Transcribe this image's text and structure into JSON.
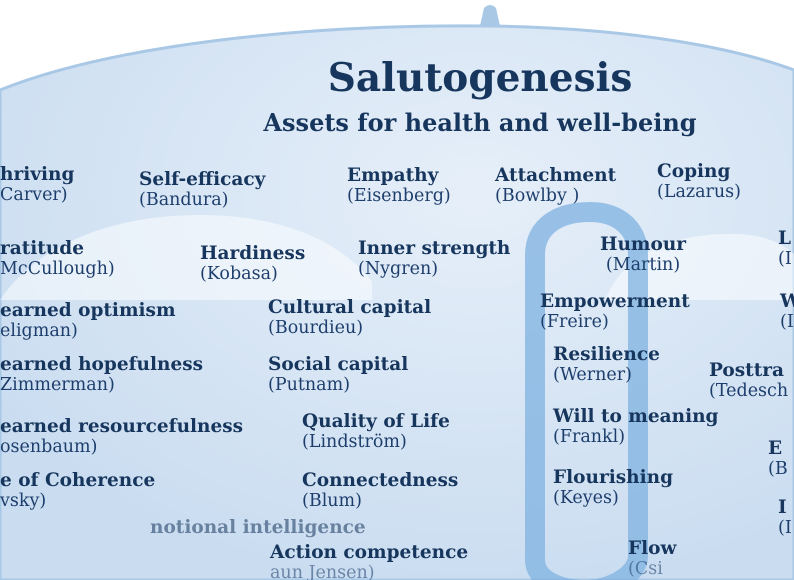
{
  "title": "Salutogenesis",
  "subtitle": "Assets for health and well-being",
  "colors": {
    "canopy": "#d4e4f4",
    "canopy_edge": "#a9c8e6",
    "shaft": "#7fb2e0",
    "text": "#17365d"
  },
  "concepts": [
    {
      "name": "hriving",
      "author": "Carver)"
    },
    {
      "name": "Self-efficacy",
      "author": "(Bandura)"
    },
    {
      "name": "Empathy",
      "author": "(Eisenberg)"
    },
    {
      "name": "Attachment",
      "author": "(Bowlby )"
    },
    {
      "name": "Coping",
      "author": "(Lazarus)"
    },
    {
      "name": "ratitude",
      "author": "McCullough)"
    },
    {
      "name": "Hardiness",
      "author": "(Kobasa)"
    },
    {
      "name": "Inner strength",
      "author": "(Nygren)"
    },
    {
      "name": "Humour",
      "author": "(Martin)"
    },
    {
      "name": "L",
      "author": "(I"
    },
    {
      "name": "earned optimism",
      "author": "eligman)"
    },
    {
      "name": "Cultural capital",
      "author": "(Bourdieu)"
    },
    {
      "name": "Empowerment",
      "author": "(Freire)"
    },
    {
      "name": "W",
      "author": "(I"
    },
    {
      "name": "earned hopefulness",
      "author": "Zimmerman)"
    },
    {
      "name": "Social capital",
      "author": "(Putnam)"
    },
    {
      "name": "Resilience",
      "author": "(Werner)"
    },
    {
      "name": "Posttra",
      "author": "(Tedesch"
    },
    {
      "name": "earned resourcefulness",
      "author": "osenbaum)"
    },
    {
      "name": "Quality of Life",
      "author": "(Lindström)"
    },
    {
      "name": "Will to meaning",
      "author": "(Frankl)"
    },
    {
      "name": "E",
      "author": "(B"
    },
    {
      "name": "e of Coherence",
      "author": "vsky)"
    },
    {
      "name": "Connectedness",
      "author": "(Blum)"
    },
    {
      "name": "Flourishing",
      "author": "(Keyes)"
    },
    {
      "name": "I",
      "author": "(I"
    },
    {
      "name": "notional intelligence",
      "author": ""
    },
    {
      "name": "Action competence",
      "author": "aun Jensen)"
    },
    {
      "name": "Flow",
      "author": "(Csi"
    }
  ]
}
